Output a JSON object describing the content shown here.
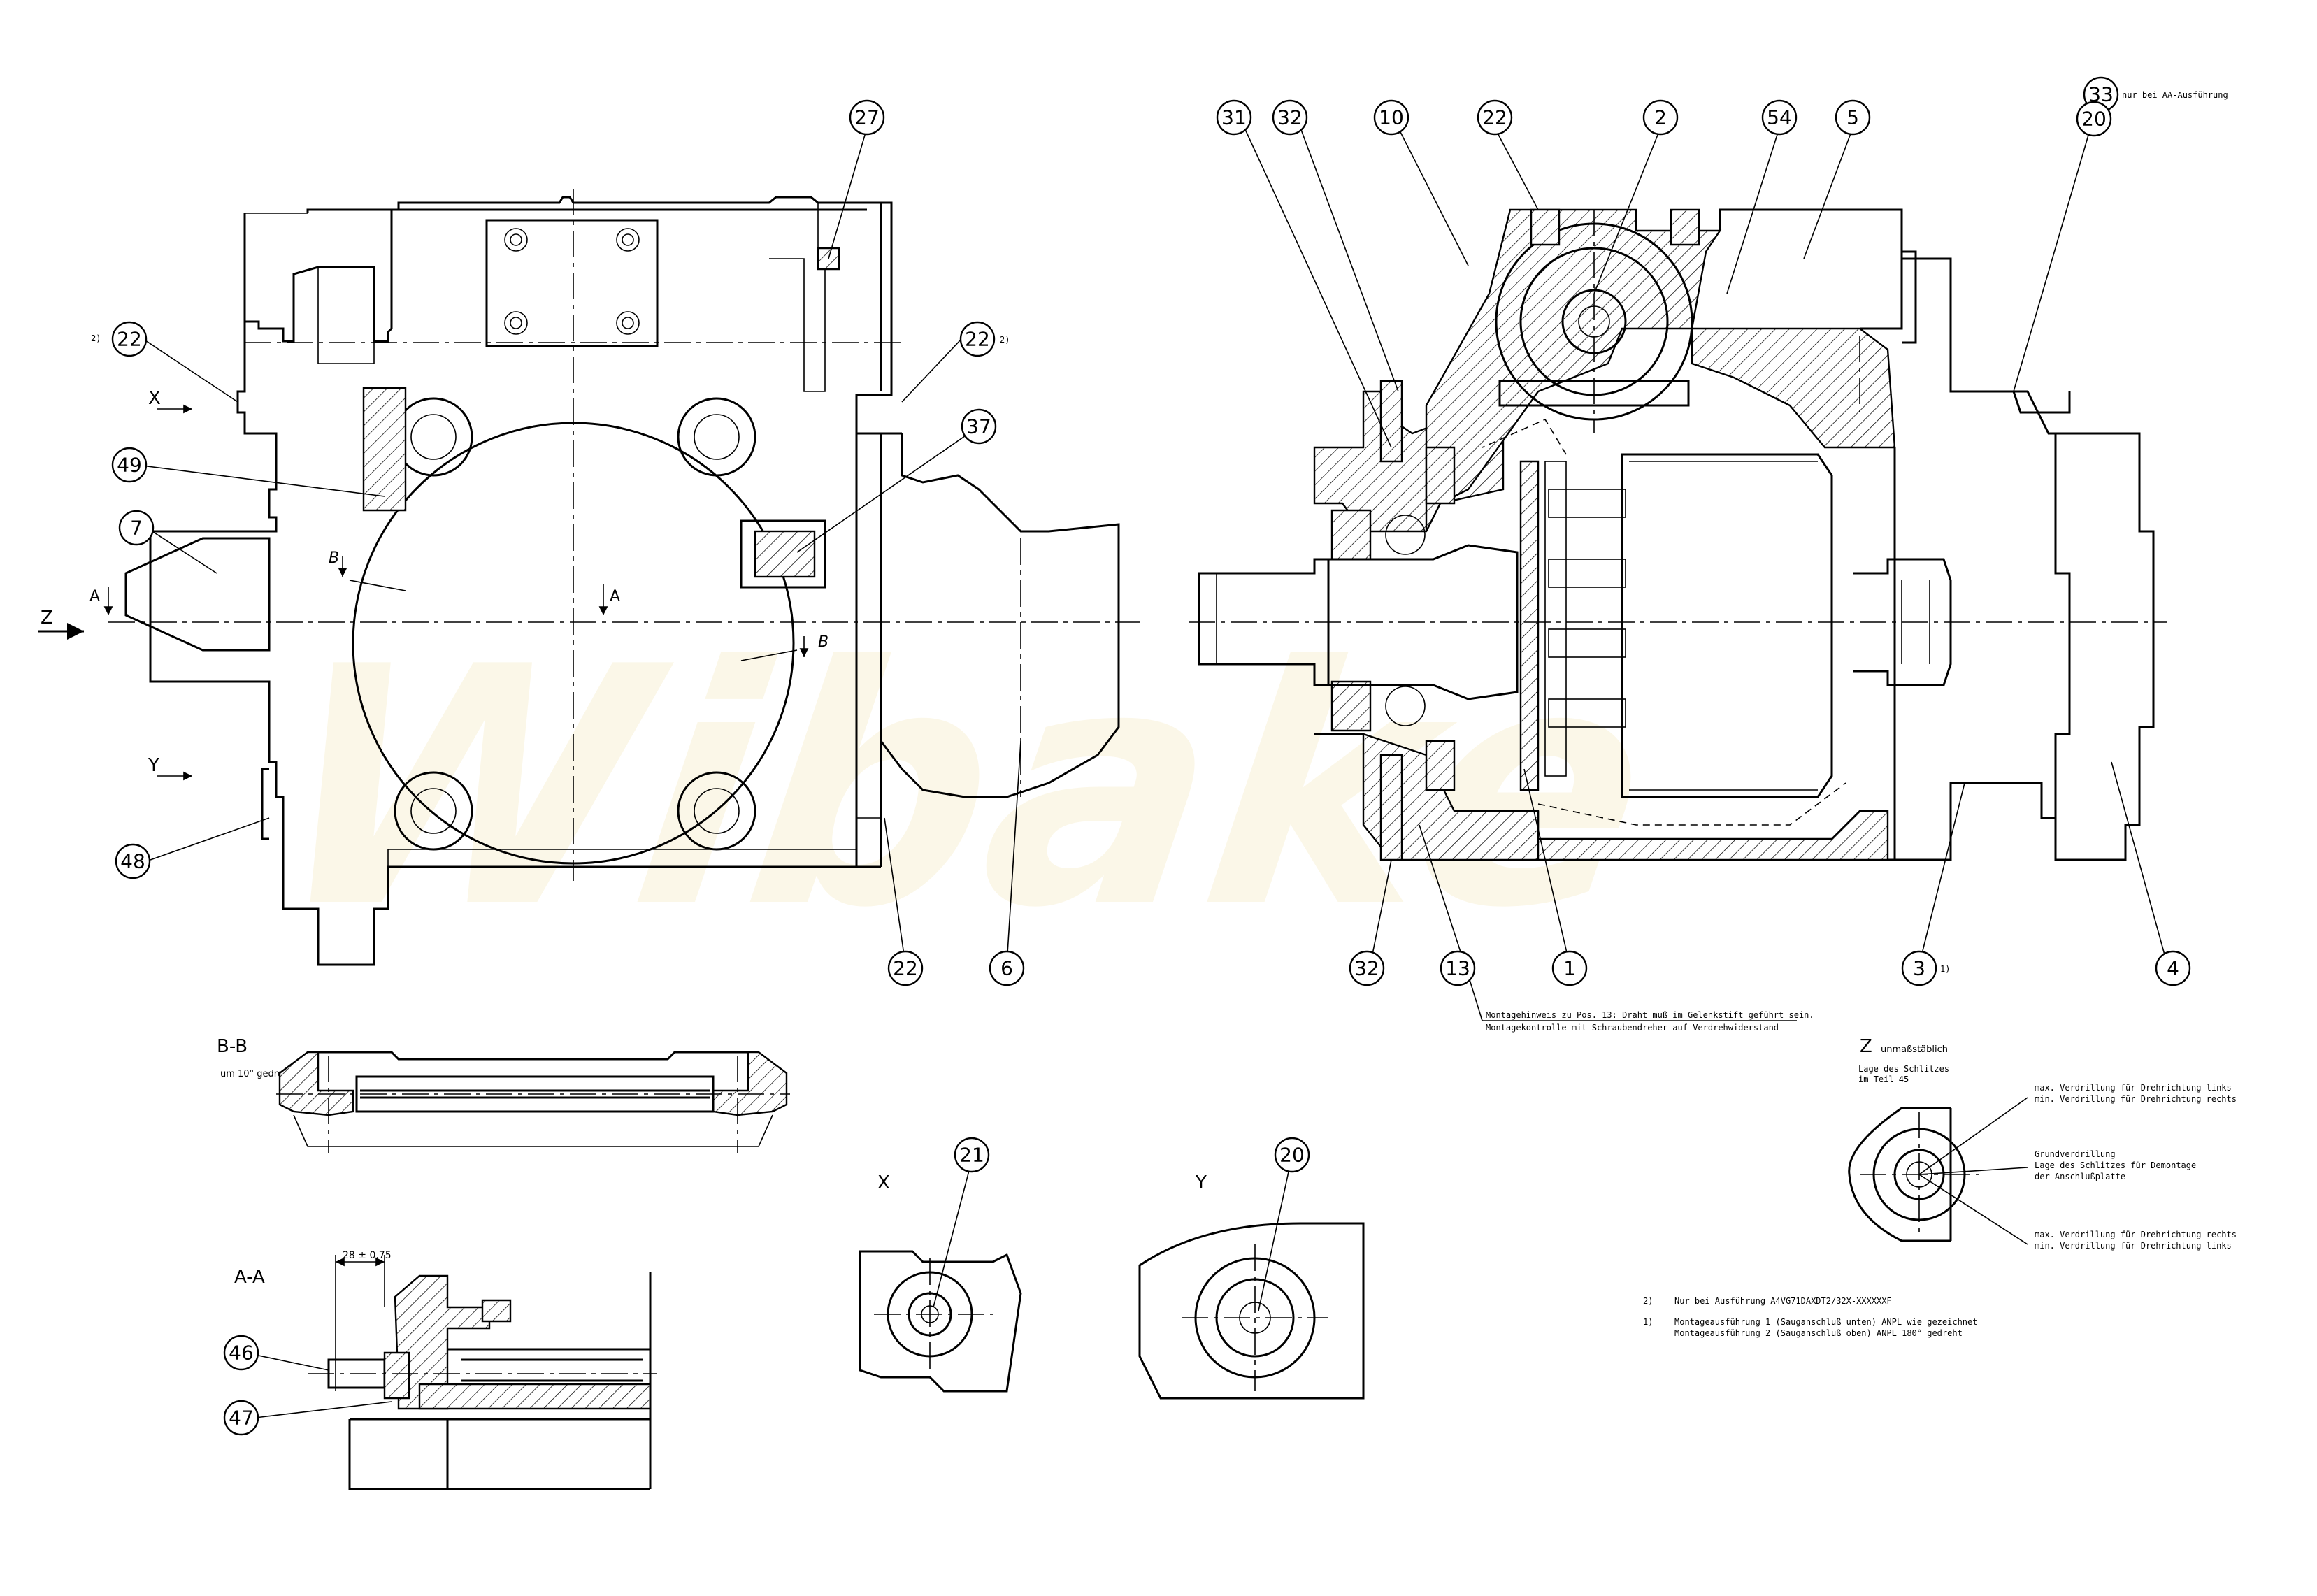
{
  "watermark": "Wibake",
  "views": {
    "x_label": "X",
    "y_label": "Y",
    "z_label": "Z",
    "a_label": "A",
    "b_label": "B",
    "bb_title": "B-B",
    "bb_note": "um 10° gedreht",
    "aa_title": "A-A",
    "aa_dimension": "28 ± 0.75",
    "z_detail_title": "Z",
    "z_detail_scale": "unmaßstäblich"
  },
  "balloons": {
    "b27": "27",
    "b22_left": "22",
    "b22_right": "22",
    "b37": "37",
    "b49": "49",
    "b7": "7",
    "b48": "48",
    "b22_bottom": "22",
    "b6": "6",
    "b31": "31",
    "b32_top": "32",
    "b10": "10",
    "b22_top": "22",
    "b2": "2",
    "b54": "54",
    "b5": "5",
    "b33": "33",
    "b20_top": "20",
    "b32_bottom": "32",
    "b13": "13",
    "b1": "1",
    "b3": "3",
    "b4": "4",
    "b21": "21",
    "b20_y": "20",
    "b46": "46",
    "b47": "47"
  },
  "footnote_markers": {
    "left_22": "2)",
    "right_22": "2)",
    "item_3": "1)"
  },
  "notes": {
    "note_33": "nur bei AA-Ausführung",
    "assembly_line1": "Montagehinweis zu Pos. 13: Draht muß im Gelenkstift geführt sein.",
    "assembly_line2": "Montagekontrolle mit Schraubendreher auf Verdrehwiderstand",
    "slot_pos_line1": "Lage des Schlitzes",
    "slot_pos_line2": "im Teil 45",
    "twist_left_1": "max. Verdrillung für Drehrichtung links",
    "twist_left_2": "min. Verdrillung für Drehrichtung rechts",
    "basic_1": "Grundverdrillung",
    "basic_2": "Lage des Schlitzes für Demontage",
    "basic_3": "der Anschlußplatte",
    "twist_right_1": "max. Verdrillung für Drehrichtung rechts",
    "twist_right_2": "min. Verdrillung für Drehrichtung links",
    "fn2_marker": "2)",
    "fn2_text": "Nur bei Ausführung A4VG71DAXDT2/32X-XXXXXXF",
    "fn1_marker": "1)",
    "fn1_line1": "Montageausführung 1 (Sauganschluß unten) ANPL wie gezeichnet",
    "fn1_line2": "Montageausführung 2 (Sauganschluß oben) ANPL 180° gedreht"
  }
}
